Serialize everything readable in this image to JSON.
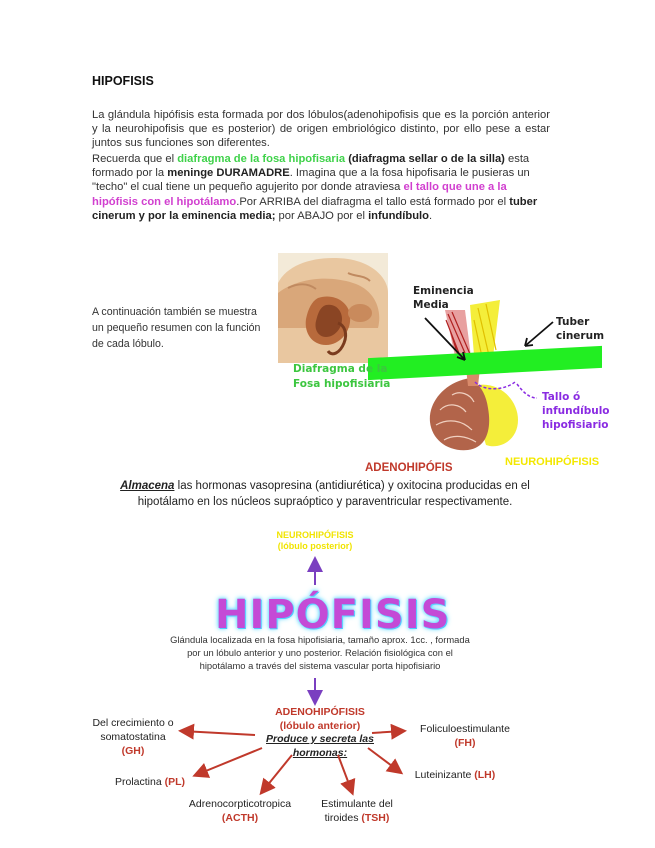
{
  "doc": {
    "title": "HIPOFISIS",
    "para1": "La glándula hipófisis esta formada por dos lóbulos(adenohipofisis que es la porción anterior y la neurohipofisis que es posterior) de origen embriológico distinto, por ello pese a estar juntos sus funciones son diferentes.",
    "para2": {
      "t1": "Recuerda que el ",
      "g1": "diafragma de la fosa hipofisaria",
      "b1": " (diafragma sellar o de la silla)",
      "t2": " esta formado por la ",
      "b2": "meninge DURAMADRE",
      "t3": ". Imagina que a la fosa hipofisaria le pusieras un \"techo\" el cual tiene un pequeño agujerito por donde atraviesa ",
      "m1": "el tallo que une a la hipófisis con el hipotálamo",
      "t4": ".Por ARRIBA del diafragma el tallo está formado por el ",
      "b3": "tuber cinerum y por la eminencia media;",
      "t5": " por ABAJO por el ",
      "b4": "infundíbulo",
      "t6": "."
    },
    "side_note": "A continuación también se muestra un pequeño resumen con la función de cada lóbulo."
  },
  "diagram": {
    "eminencia": [
      "Eminencia",
      "Media"
    ],
    "tuber": [
      "Tuber",
      "cinerum"
    ],
    "diafragma": [
      "Diafragma de la",
      "Fosa hipofisiaria"
    ],
    "tallo": [
      "Tallo ó",
      "infundíbulo",
      "hipofisiario"
    ],
    "adeno": "ADENOHIPÓFIS",
    "neuro": "NEUROHIPÓFISIS"
  },
  "summary": {
    "almacena_word": "Almacena",
    "almacena_rest": " las hormonas vasopresina (antidiurética) y oxitocina producidas en el hipotálamo en los núcleos supraóptico y paraventricular respectivamente.",
    "neuro_small": [
      "NEUROHIPÓFISIS",
      "(lóbulo posterior)"
    ],
    "big_title": "HIPÓFISIS",
    "desc": "Glándula localizada en la fosa hipofisiaria, tamaño aprox. 1cc. , formada por un lóbulo anterior y uno posterior. Relación fisiológica con el hipotálamo a través del sistema  vascular porta hipofisiario",
    "adeno_title": "ADENOHIPÓFISIS",
    "adeno_sub": "(lóbulo anterior)",
    "produce": "Produce y secreta las hormonas:",
    "hormones": {
      "gh_text": "Del crecimiento o somatostatina",
      "gh_abbr": "(GH)",
      "pl_text": "Prolactina ",
      "pl_abbr": "(PL)",
      "acth_text": "Adrenocorpticotropica",
      "acth_abbr": "(ACTH)",
      "tsh_text": "Estimulante del tiroides ",
      "tsh_abbr": "(TSH)",
      "fh_text": "Foliculoestimulante",
      "fh_abbr": "(FH)",
      "lh_text": "Luteinizante ",
      "lh_abbr": "(LH)"
    }
  },
  "colors": {
    "green": "#3fd24a",
    "magenta": "#d13fcf",
    "red": "#c0392b",
    "yellow": "#f3e800",
    "purple": "#8a2be2"
  }
}
